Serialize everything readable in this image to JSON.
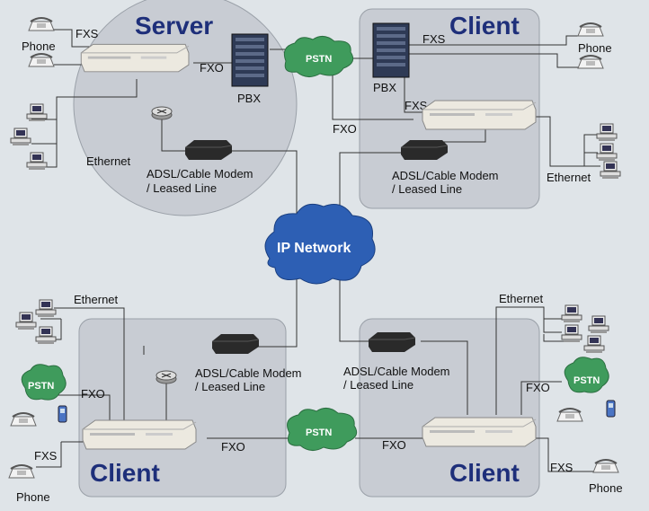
{
  "server": {
    "title": "Server"
  },
  "client_tr": {
    "title": "Client"
  },
  "client_bl": {
    "title": "Client"
  },
  "client_br": {
    "title": "Client"
  },
  "ip_network": "IP Network",
  "pstn": "PSTN",
  "labels": {
    "phone": "Phone",
    "fxs": "FXS",
    "fxo": "FXO",
    "pbx": "PBX",
    "ethernet": "Ethernet",
    "modem_line1": "ADSL/Cable Modem",
    "modem_line2": "/ Leased Line"
  },
  "colors": {
    "background": "#dfe4e8",
    "panel": "#c8ccd3",
    "title": "#1e2f7a",
    "cloud_green": "#3f9b5c",
    "cloud_blue": "#2d5fb4"
  }
}
